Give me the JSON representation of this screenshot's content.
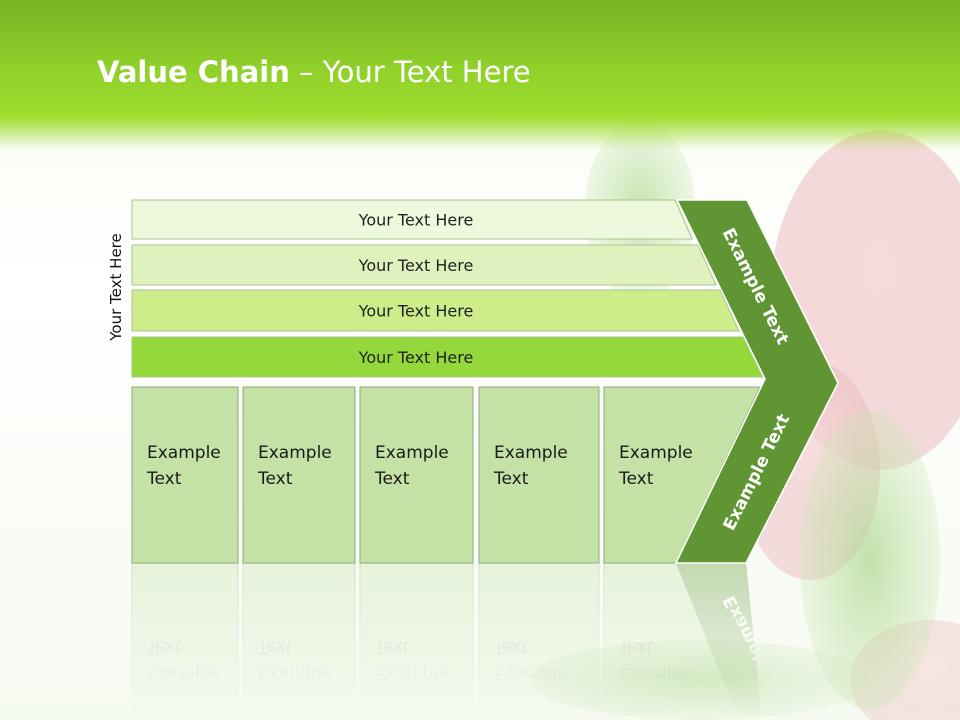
{
  "slide": {
    "title_bold": "Value Chain",
    "title_rest": " – Your Text Here",
    "vertical_label": "Your Text Here"
  },
  "bars": [
    {
      "label": "Your Text Here",
      "fill": "#eef8dc"
    },
    {
      "label": "Your Text Here",
      "fill": "#dff2be"
    },
    {
      "label": "Your Text Here",
      "fill": "#cdec8a"
    },
    {
      "label": "Your Text Here",
      "fill": "#94d83c"
    }
  ],
  "cells": [
    {
      "line1": "Example",
      "line2": "Text"
    },
    {
      "line1": "Example",
      "line2": "Text"
    },
    {
      "line1": "Example",
      "line2": "Text"
    },
    {
      "line1": "Example",
      "line2": "Text"
    },
    {
      "line1": "Example",
      "line2": "Text"
    }
  ],
  "chevron": {
    "upper_label": "Example Text",
    "lower_label": "Example Text",
    "color": "#5f9633"
  },
  "colors": {
    "header_green": "#8fd02a",
    "cell_fill": "#c4e2a6",
    "cell_border": "#8eaa7a"
  }
}
